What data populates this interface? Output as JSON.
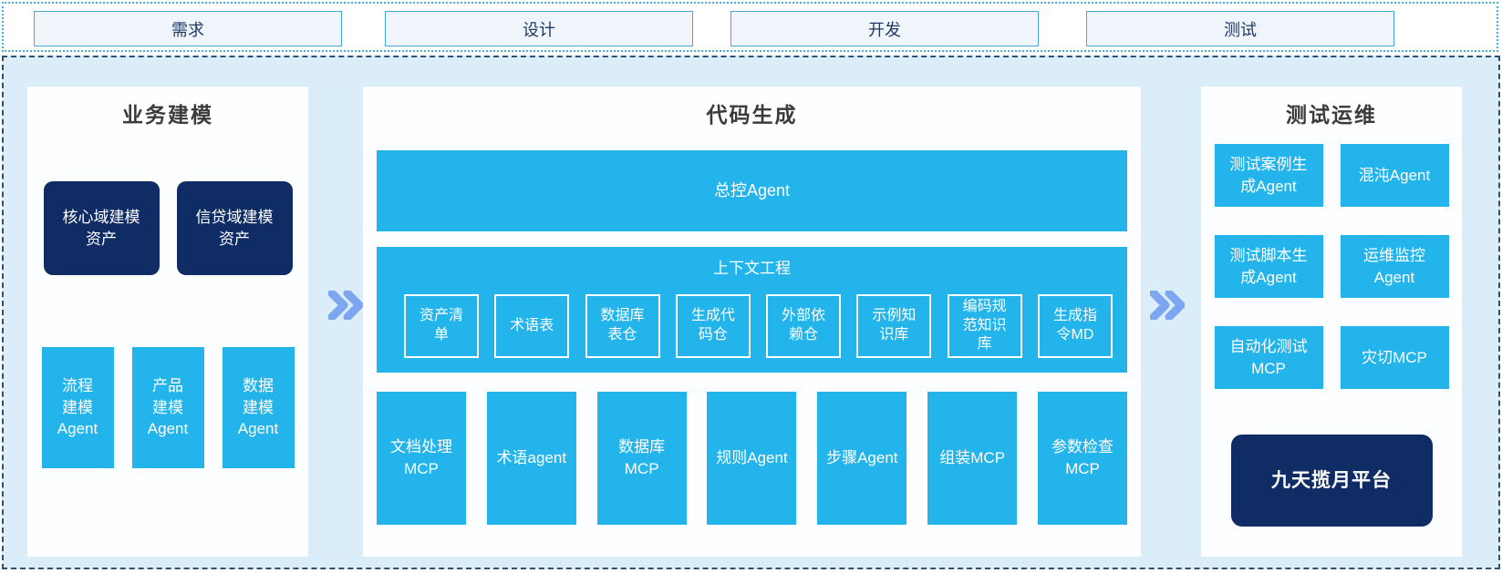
{
  "phases": [
    {
      "label": "需求"
    },
    {
      "label": "设计"
    },
    {
      "label": "开发"
    },
    {
      "label": "测试"
    }
  ],
  "colors": {
    "cyan": "#22b4ea",
    "navy": "#102c64",
    "container_bg": "#dbedf9",
    "arrow": "#7da6f0"
  },
  "panels": {
    "business": {
      "title": "业务建模",
      "assets": [
        "核心域建模\n资产",
        "信贷域建模\n资产"
      ],
      "agents": [
        "流程\n建模\nAgent",
        "产品\n建模\nAgent",
        "数据\n建模\nAgent"
      ]
    },
    "codegen": {
      "title": "代码生成",
      "master_agent": "总控Agent",
      "context": {
        "title": "上下文工程",
        "items": [
          "资产清\n单",
          "术语表",
          "数据库\n表仓",
          "生成代\n码仓",
          "外部依\n赖仓",
          "示例知\n识库",
          "编码规\n范知识\n库",
          "生成指\n令MD"
        ]
      },
      "tools": [
        "文档处理\nMCP",
        "术语agent",
        "数据库\nMCP",
        "规则Agent",
        "步骤Agent",
        "组装MCP",
        "参数检查\nMCP"
      ]
    },
    "testops": {
      "title": "测试运维",
      "items": [
        "测试案例生\n成Agent",
        "混沌Agent",
        "测试脚本生\n成Agent",
        "运维监控\nAgent",
        "自动化测试\nMCP",
        "灾切MCP"
      ],
      "platform": "九天揽月平台"
    }
  }
}
